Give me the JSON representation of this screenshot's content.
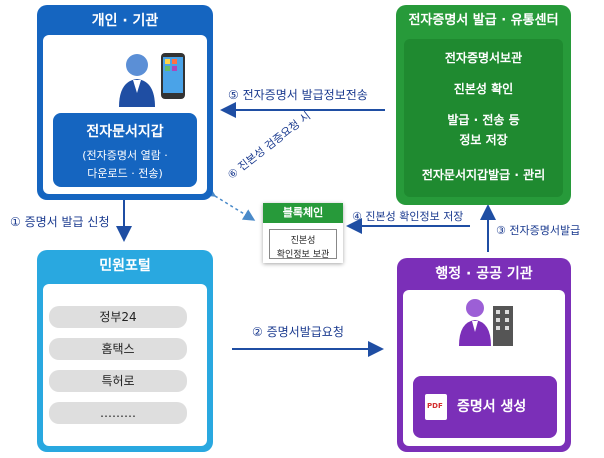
{
  "individual": {
    "title": "개인 · 기관",
    "wallet_title": "전자문서지갑",
    "wallet_desc_1": "(전자증명서 열람 ·",
    "wallet_desc_2": "다운로드 · 전송)"
  },
  "center": {
    "title": "전자증명서 발급 · 유통센터",
    "items": [
      "전자증명서보관",
      "진본성 확인",
      "발급 · 전송 등",
      "정보 저장",
      "전자문서지갑발급 · 관리"
    ]
  },
  "portal": {
    "title": "민원포털",
    "items": [
      "정부24",
      "홈택스",
      "특허로",
      "………"
    ]
  },
  "agency": {
    "title": "행정 · 공공 기관",
    "pdf_label": "PDF",
    "doc_label": "증명서 생성"
  },
  "blockchain": {
    "title": "블록체인",
    "line1": "진본성",
    "line2": "확인정보 보관"
  },
  "steps": {
    "s1": "① 증명서 발급 신청",
    "s2": "② 증명서발급요청",
    "s3": "③ 전자증명서발급",
    "s4": "④ 진본성 확인정보 저장",
    "s5": "⑤ 전자증명서 발급정보전송",
    "s6": "⑥ 진본성 검증요청 시"
  },
  "colors": {
    "blue": "#1565c0",
    "green": "#279a3a",
    "sky": "#29a8e0",
    "purple": "#7b2fb8",
    "navy_text": "#1a3a8f"
  }
}
